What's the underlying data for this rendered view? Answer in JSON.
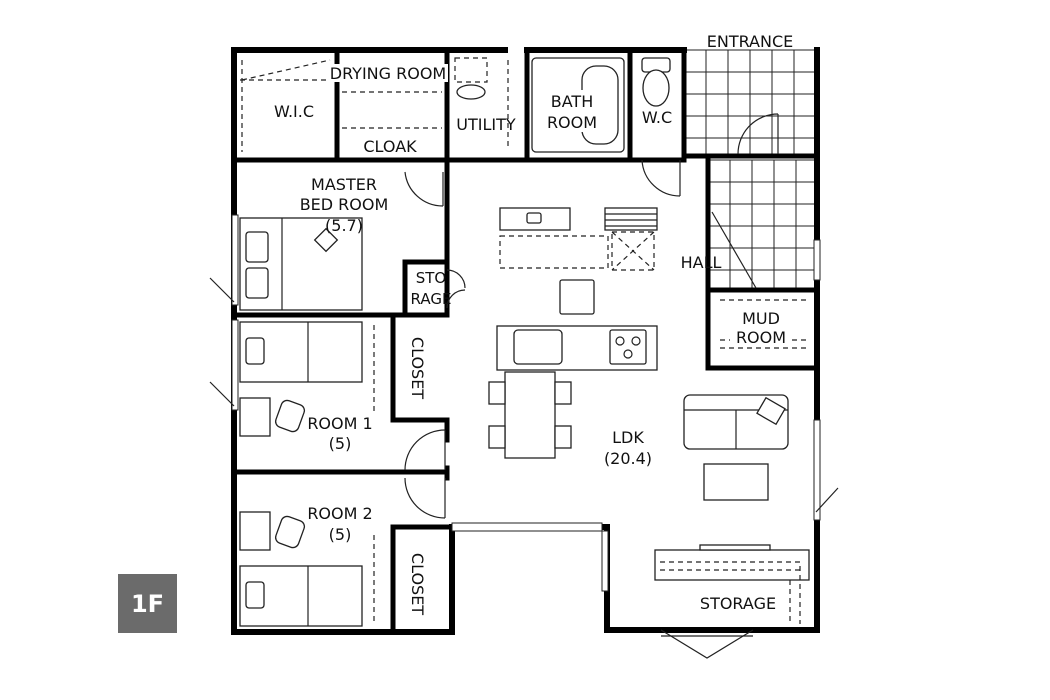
{
  "floor": {
    "badge": "1F"
  },
  "rooms": {
    "entrance": "ENTRANCE",
    "drying_room": "DRYING ROOM",
    "wic": "W.I.C",
    "utility": "UTILITY",
    "bath_line1": "BATH",
    "bath_line2": "ROOM",
    "wc": "W.C",
    "cloak": "CLOAK",
    "master_line1": "MASTER",
    "master_line2": "BED ROOM",
    "master_size": "(5.7)",
    "hall": "HALL",
    "storage_small_line1": "STO",
    "storage_small_line2": "RAGE",
    "mud_line1": "MUD",
    "mud_line2": "ROOM",
    "closet_1": "CLOSET",
    "room1": "ROOM 1",
    "room1_size": "(5)",
    "ldk": "LDK",
    "ldk_size": "(20.4)",
    "room2": "ROOM 2",
    "room2_size": "(5)",
    "closet_2": "CLOSET",
    "storage": "STORAGE"
  }
}
